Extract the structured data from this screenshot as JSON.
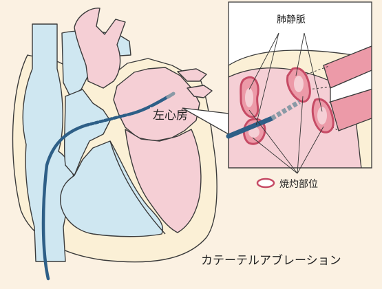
{
  "labels": {
    "left_atrium": "左心房",
    "pulmonary_veins": "肺静脈",
    "ablation_sites": "焼灼部位",
    "title": "カテーテルアブレーション"
  },
  "colors": {
    "background": "#fbf1e2",
    "outline": "#3b3b3b",
    "wall": "#fbf0d6",
    "right_heart_blue": "#cfe7f1",
    "left_heart_pink": "#f5cfd5",
    "vein_pink": "#ec9aa8",
    "site_ring": "#c64b65",
    "catheter": "#2e5f87",
    "catheter_tip": "#8a9aa6"
  }
}
